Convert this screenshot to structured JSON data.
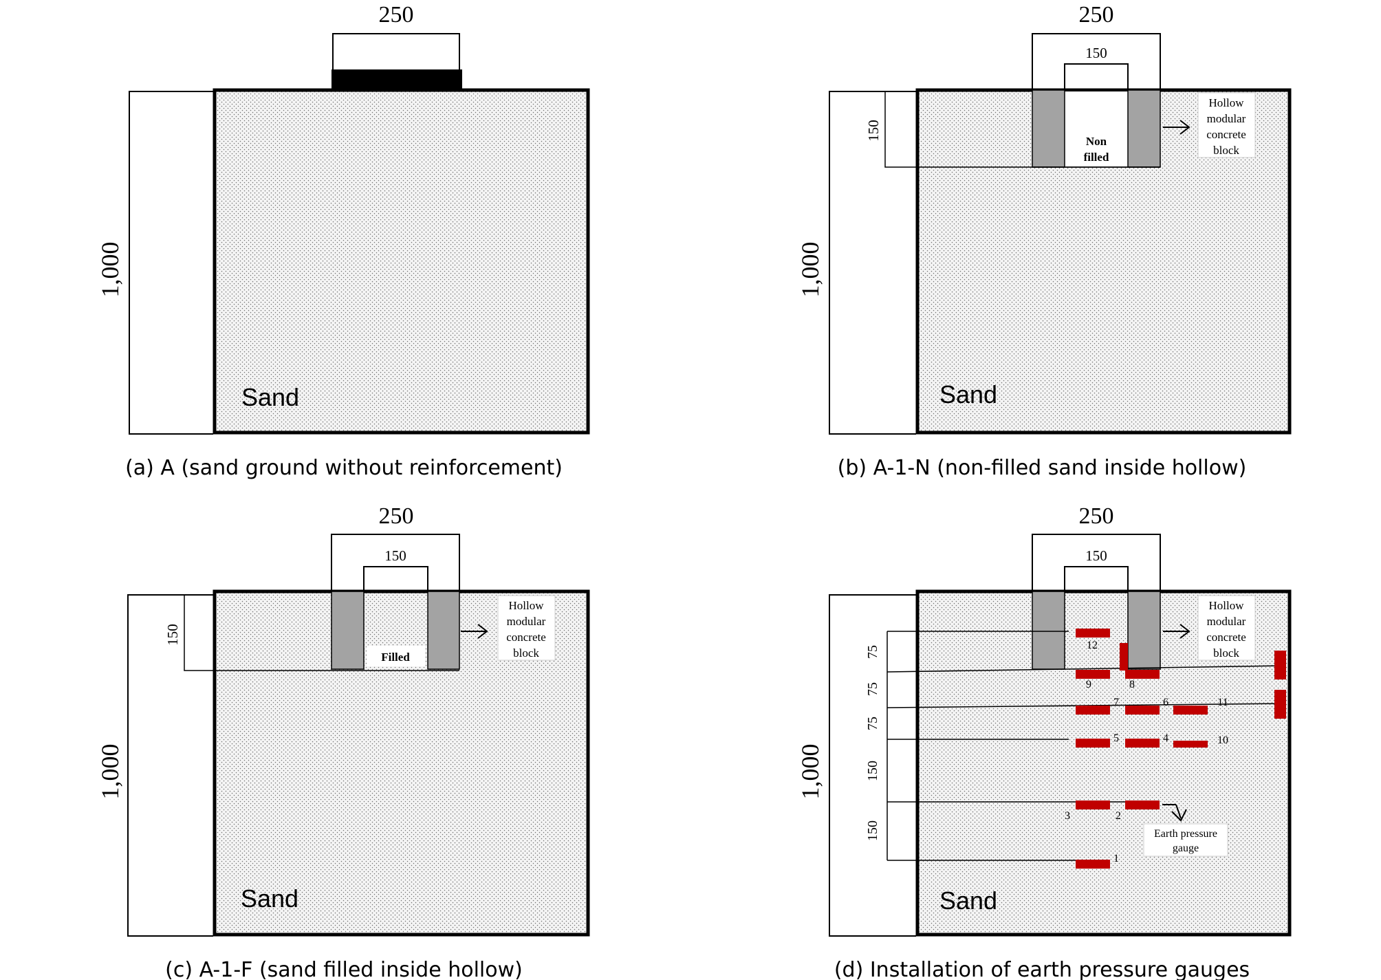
{
  "panels": {
    "a": {
      "caption": "(a) A (sand ground without reinforcement)",
      "dim_width": "250",
      "dim_depth": "1,000",
      "soil": "Sand"
    },
    "b": {
      "caption": "(b) A-1-N (non-filled sand inside hollow)",
      "dim_width": "250",
      "dim_inner": "150",
      "dim_block": "150",
      "dim_depth": "1,000",
      "soil": "Sand",
      "fill_line1": "Non",
      "fill_line2": "filled",
      "block_line1": "Hollow",
      "block_line2": "modular",
      "block_line3": "concrete",
      "block_line4": "block"
    },
    "c": {
      "caption": "(c) A-1-F (sand filled inside hollow)",
      "dim_width": "250",
      "dim_inner": "150",
      "dim_block": "150",
      "dim_depth": "1,000",
      "soil": "Sand",
      "fill_label": "Filled",
      "block_line1": "Hollow",
      "block_line2": "modular",
      "block_line3": "concrete",
      "block_line4": "block"
    },
    "d": {
      "caption": "(d) Installation of earth pressure gauges",
      "dim_width": "250",
      "dim_inner": "150",
      "dim_depth": "1,000",
      "layer_dims": [
        "75",
        "75",
        "75",
        "150",
        "150"
      ],
      "soil": "Sand",
      "block_line1": "Hollow",
      "block_line2": "modular",
      "block_line3": "concrete",
      "block_line4": "block",
      "gauge_line1": "Earth pressure",
      "gauge_line2": "gauge",
      "gauge_numbers": [
        "12",
        "9",
        "8",
        "7",
        "6",
        "11",
        "5",
        "4",
        "10",
        "3",
        "2",
        "1"
      ]
    }
  },
  "colors": {
    "block": "#a3a3a3",
    "gauge": "#c00000",
    "soil_bg": "#f4f4f4",
    "soil_dot": "#6e6e6e"
  }
}
